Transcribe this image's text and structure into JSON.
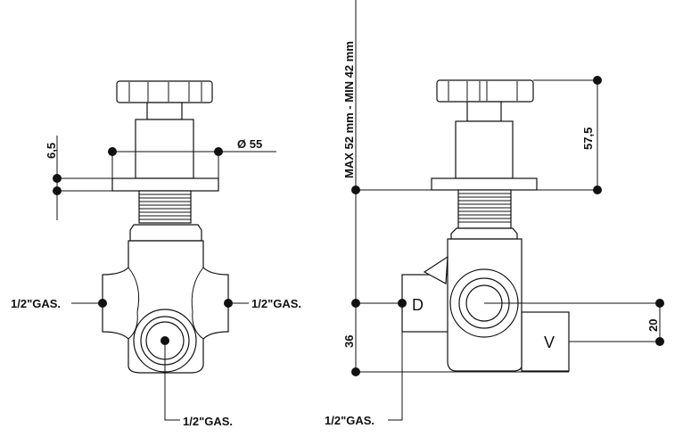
{
  "front_view": {
    "dim_flange_thickness": "6,5",
    "dim_diameter": "Ø  55",
    "port_left": "1/2\"GAS.",
    "port_right": "1/2\"GAS.",
    "port_bottom": "1/2\"GAS."
  },
  "side_view": {
    "dim_wall_range": "MAX 52 mm - MIN 42 mm",
    "dim_knob_height": "57,5",
    "dim_body_height": "36",
    "dim_port_offset": "20",
    "label_d": "D",
    "label_v": "V",
    "port_label": "1/2\"GAS."
  }
}
